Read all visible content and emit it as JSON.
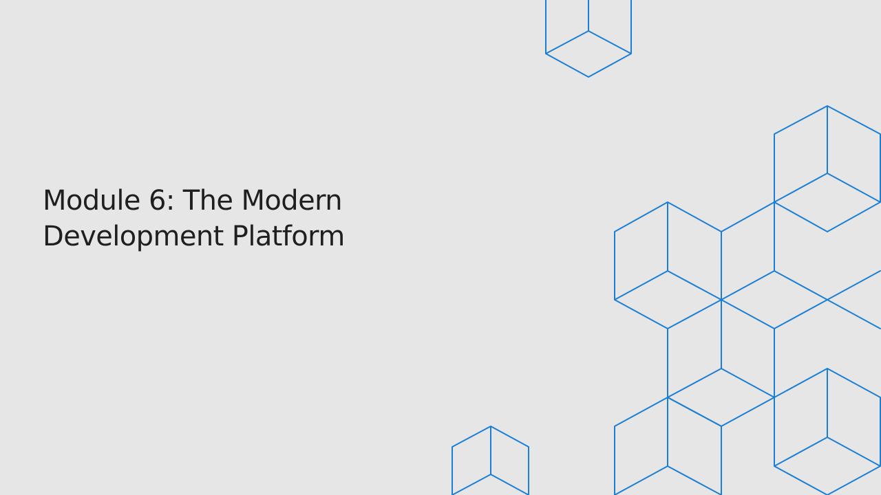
{
  "slide": {
    "title_lines": [
      "Module 6: The Modern",
      "Development Platform"
    ]
  },
  "colors": {
    "background": "#e6e6e6",
    "title_text": "#1f1f1f",
    "cube_stroke": "#1a7fd4"
  },
  "decoration": {
    "icon": "isometric-cube-outline-pattern"
  }
}
